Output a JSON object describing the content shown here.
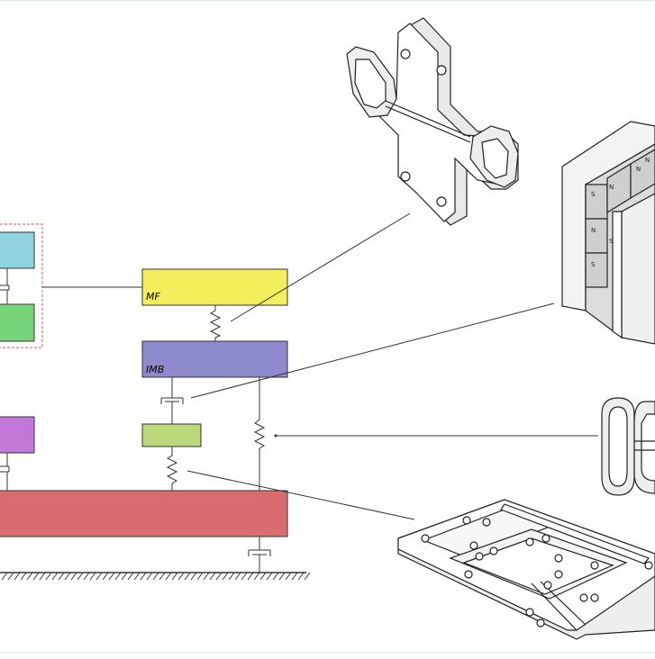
{
  "diagram": {
    "blocks": {
      "mf": {
        "label": "MF",
        "color": "#f4ee5c"
      },
      "imb": {
        "label": "IMB",
        "color": "#8c89cc"
      },
      "small_green": {
        "label": "",
        "color": "#bcd87a"
      },
      "base": {
        "label": "",
        "color": "#d96c6f"
      },
      "left_cyan": {
        "label": "",
        "color": "#8fd3df"
      },
      "left_green": {
        "label": "",
        "color": "#77d47a"
      },
      "left_purple": {
        "label": "",
        "color": "#c377d8"
      }
    },
    "components": [
      {
        "name": "flexure-hinge-part",
        "label": ""
      },
      {
        "name": "magnet-array-part",
        "label": ""
      },
      {
        "name": "serpentine-spring-part",
        "label": ""
      },
      {
        "name": "base-plate-part",
        "label": ""
      }
    ],
    "magnet_markings": [
      "S",
      "N",
      "N",
      "S",
      "S",
      "N",
      "N"
    ]
  }
}
